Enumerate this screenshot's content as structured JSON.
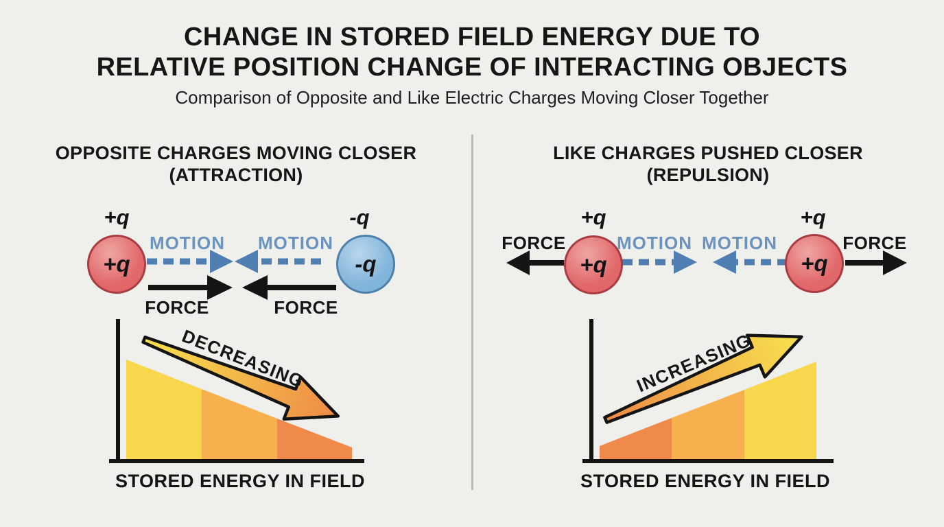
{
  "page": {
    "title_line1": "CHANGE IN STORED FIELD ENERGY DUE TO",
    "title_line2": "RELATIVE POSITION CHANGE OF INTERACTING OBJECTS",
    "subtitle": "Comparison of Opposite and Like Electric Charges Moving Closer Together"
  },
  "colors": {
    "background": "#efefec",
    "heading_text": "#161616",
    "motion_text": "#6b93be",
    "motion_arrow": "#4f7eb2",
    "force_black": "#141414",
    "positive_charge_fill": "#e2696b",
    "positive_charge_border": "#a93b42",
    "negative_charge_fill": "#83b6db",
    "negative_charge_border": "#4d80aa",
    "wedge_yellow": "#f8d74d",
    "wedge_amber": "#f6b04e",
    "wedge_orange": "#ef8a4b",
    "trend_gradient_yellow": "#f8e24e",
    "trend_gradient_orange": "#ee8a45",
    "divider": "#b9b9b6"
  },
  "panels": {
    "left": {
      "heading_line1": "OPPOSITE CHARGES MOVING CLOSER",
      "heading_line2": "(ATTRACTION)",
      "charge_a": {
        "label": "+q",
        "symbol": "+q",
        "polarity": "positive"
      },
      "charge_b": {
        "label": "-q",
        "symbol": "-q",
        "polarity": "negative"
      },
      "motion_label_a": "MOTION",
      "motion_label_b": "MOTION",
      "force_label_a": "FORCE",
      "force_label_b": "FORCE",
      "energy_chart": {
        "type": "area-trend",
        "trend_label": "DECREASING",
        "trend_direction": "down",
        "axis_label": "STORED ENERGY IN FIELD",
        "segments": [
          {
            "color": "#f8d74d",
            "relative_height": [
              1.0,
              0.71
            ]
          },
          {
            "color": "#f6b04e",
            "relative_height": [
              0.71,
              0.41
            ]
          },
          {
            "color": "#ef8a4b",
            "relative_height": [
              0.41,
              0.12
            ]
          }
        ]
      }
    },
    "right": {
      "heading_line1": "LIKE CHARGES PUSHED CLOSER",
      "heading_line2": "(REPULSION)",
      "charge_a": {
        "label": "+q",
        "symbol": "+q",
        "polarity": "positive"
      },
      "charge_b": {
        "label": "+q",
        "symbol": "+q",
        "polarity": "positive"
      },
      "motion_label_a": "MOTION",
      "motion_label_b": "MOTION",
      "force_label_a": "FORCE",
      "force_label_b": "FORCE",
      "energy_chart": {
        "type": "area-trend",
        "trend_label": "INCREASING",
        "trend_direction": "up",
        "axis_label": "STORED ENERGY IN FIELD",
        "segments": [
          {
            "color": "#ef8a4b",
            "relative_height": [
              0.14,
              0.42
            ]
          },
          {
            "color": "#f6b04e",
            "relative_height": [
              0.42,
              0.7
            ]
          },
          {
            "color": "#f8d74d",
            "relative_height": [
              0.7,
              1.0
            ]
          }
        ]
      }
    }
  }
}
